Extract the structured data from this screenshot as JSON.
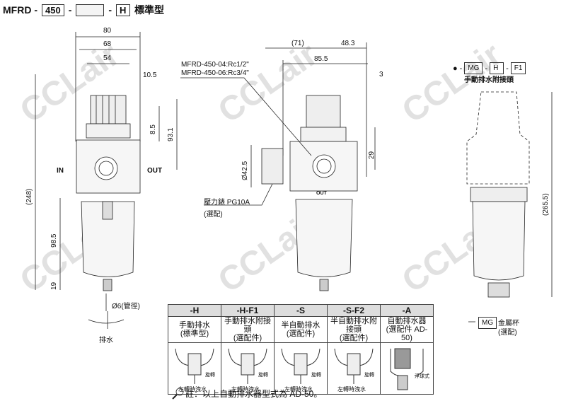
{
  "title": {
    "model": "MFRD -",
    "size": "450",
    "sep1": "-",
    "blank": "",
    "sep2": "-",
    "drain": "H",
    "type": "標準型"
  },
  "left_view": {
    "dims": {
      "w80": "80",
      "w68": "68",
      "w54": "54",
      "d10_5": "10.5",
      "h8_5": "8.5",
      "h93_1": "93.1",
      "h248": "(248)",
      "h98_5": "98.5",
      "h19": "19"
    },
    "in": "IN",
    "out": "OUT",
    "tube": "Ø6(管徑)",
    "drain": "排水"
  },
  "mid_view": {
    "dims": {
      "d71": "(71)",
      "d48_3": "48.3",
      "d85_5": "85.5",
      "d3": "3",
      "dia42_5": "Ø42.5",
      "d29": "29"
    },
    "port1": "MFRD-450-04:Rc1/2\"",
    "port2": "MFRD-450-06:Rc3/4\"",
    "gauge": "壓力錶 PG10A",
    "gauge_opt": "(選配)",
    "out_label": "OUT"
  },
  "right_view": {
    "code_dot": "●",
    "code_parts": [
      "MG",
      "H",
      "F1"
    ],
    "code_label": "手動排水附接頭",
    "h265_5": "(265.5)",
    "mg_box": "MG",
    "mg_label": "金屬杯",
    "mg_opt": "(選配)"
  },
  "table": {
    "columns": [
      {
        "code": "-H",
        "name": "手動排水",
        "sub": "(標準型)",
        "turn": "旋轉",
        "drain": "左轉時洩水"
      },
      {
        "code": "-H-F1",
        "name": "手動排水附接頭",
        "sub": "(選配件)",
        "turn": "旋轉",
        "drain": "左轉時洩水"
      },
      {
        "code": "-S",
        "name": "半自動排水",
        "sub": "(選配件)",
        "turn": "旋轉",
        "drain": "左轉時洩水"
      },
      {
        "code": "-S-F2",
        "name": "半自動排水附接頭",
        "sub": "(選配件)",
        "turn": "旋轉",
        "drain": "左轉時洩水"
      },
      {
        "code": "-A",
        "name": "自動排水器",
        "sub": "(選配件 AD-50)",
        "float": "浮球式"
      }
    ]
  },
  "note": "註：以上自動排水器型式為 AD-50。",
  "watermark": "CCLair"
}
